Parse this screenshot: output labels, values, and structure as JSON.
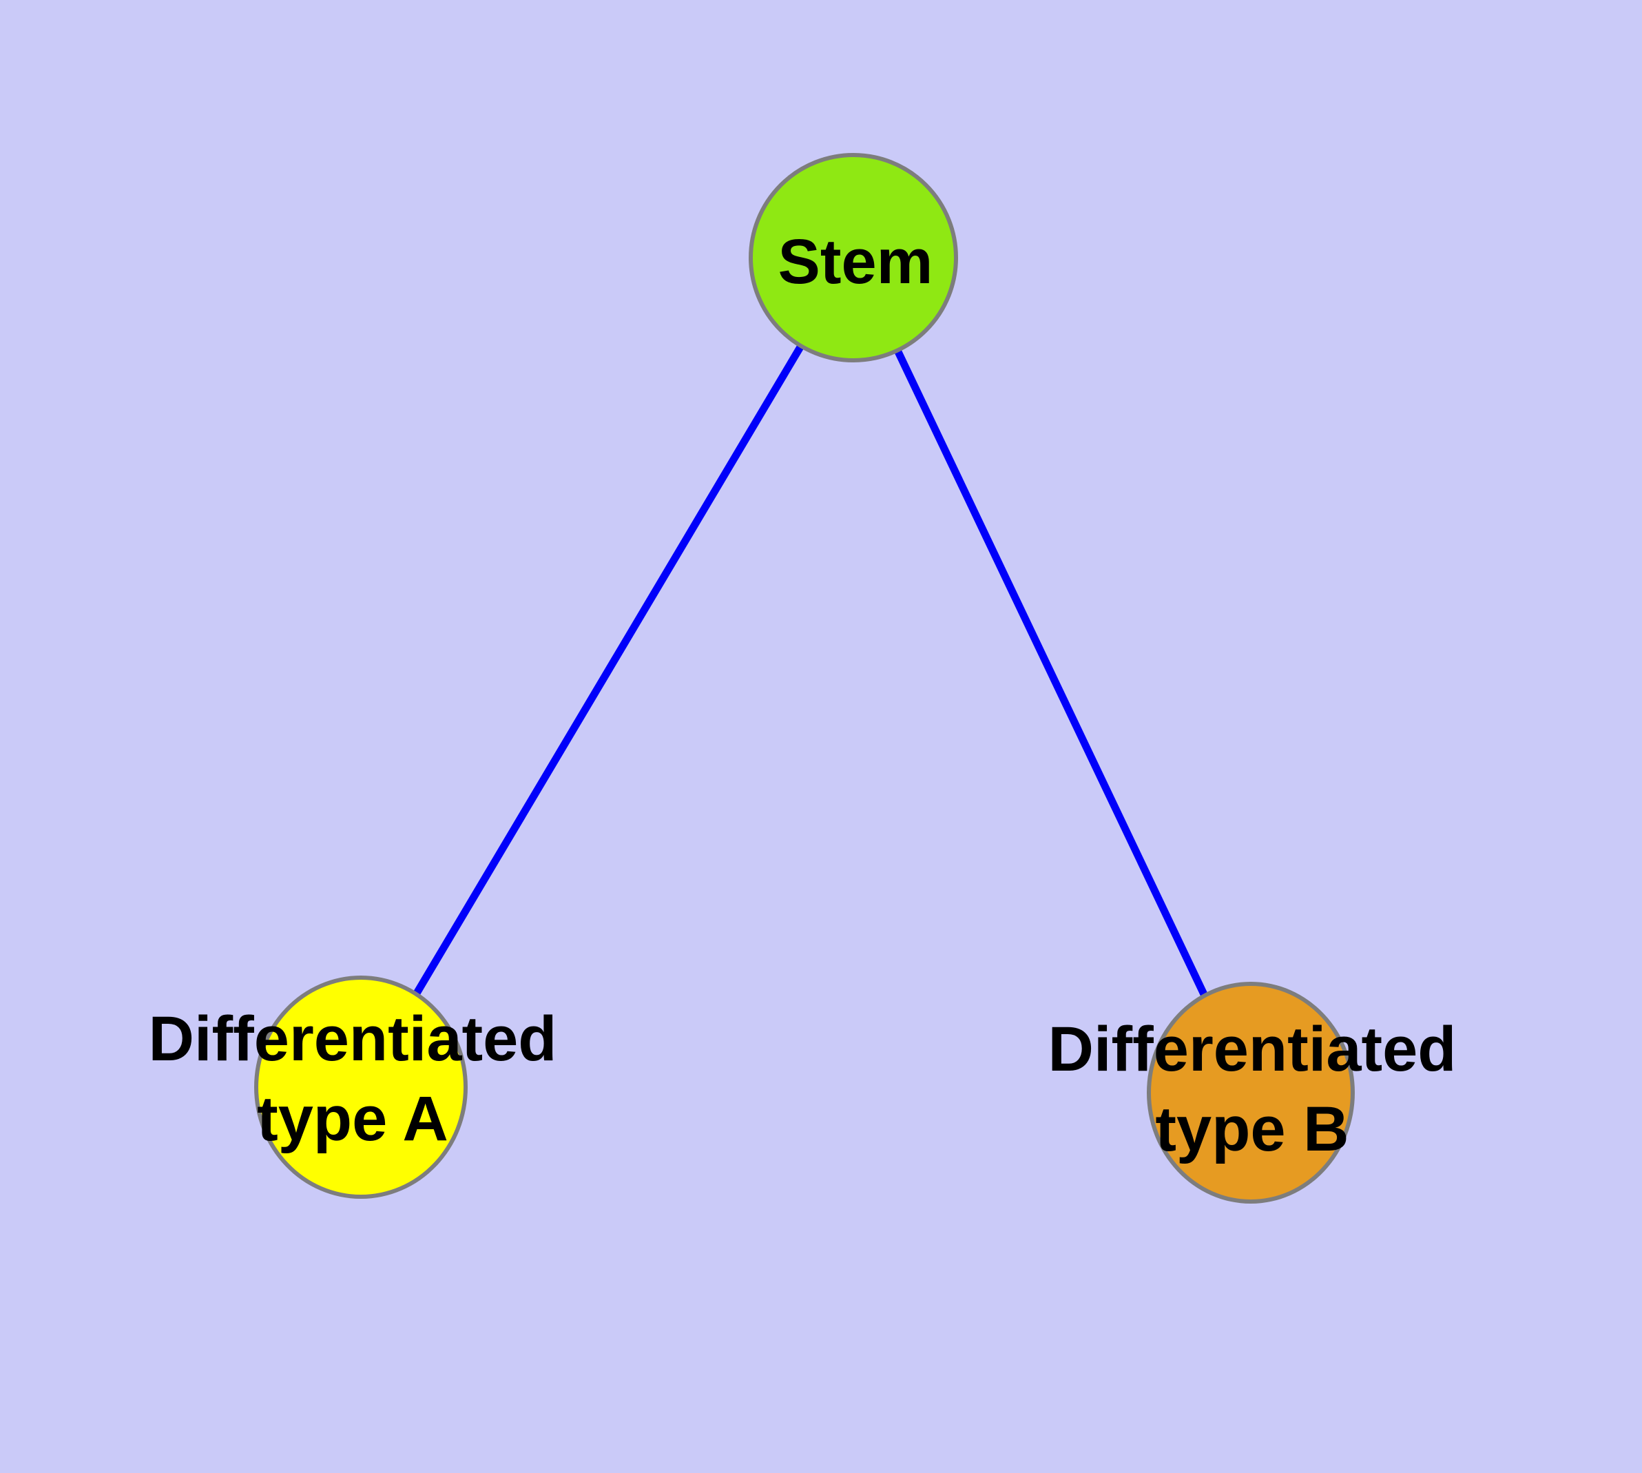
{
  "canvas": {
    "background_color": "#CACAF8"
  },
  "graph": {
    "type": "node-link-diagram",
    "node_border_color": "#7D7D7D",
    "edge_color": "#0000FA",
    "label_color": "#000000",
    "nodes": [
      {
        "id": "stem",
        "label": "Stem",
        "fill": "#8FE813"
      },
      {
        "id": "type-a",
        "label": "Differentiated\ntype A",
        "fill": "#FFFF00"
      },
      {
        "id": "type-b",
        "label": "Differentiated\ntype B",
        "fill": "#E69B22"
      }
    ],
    "edges": [
      {
        "from": "Stem",
        "to": "Differentiated type A"
      },
      {
        "from": "Stem",
        "to": "Differentiated type B"
      }
    ]
  }
}
